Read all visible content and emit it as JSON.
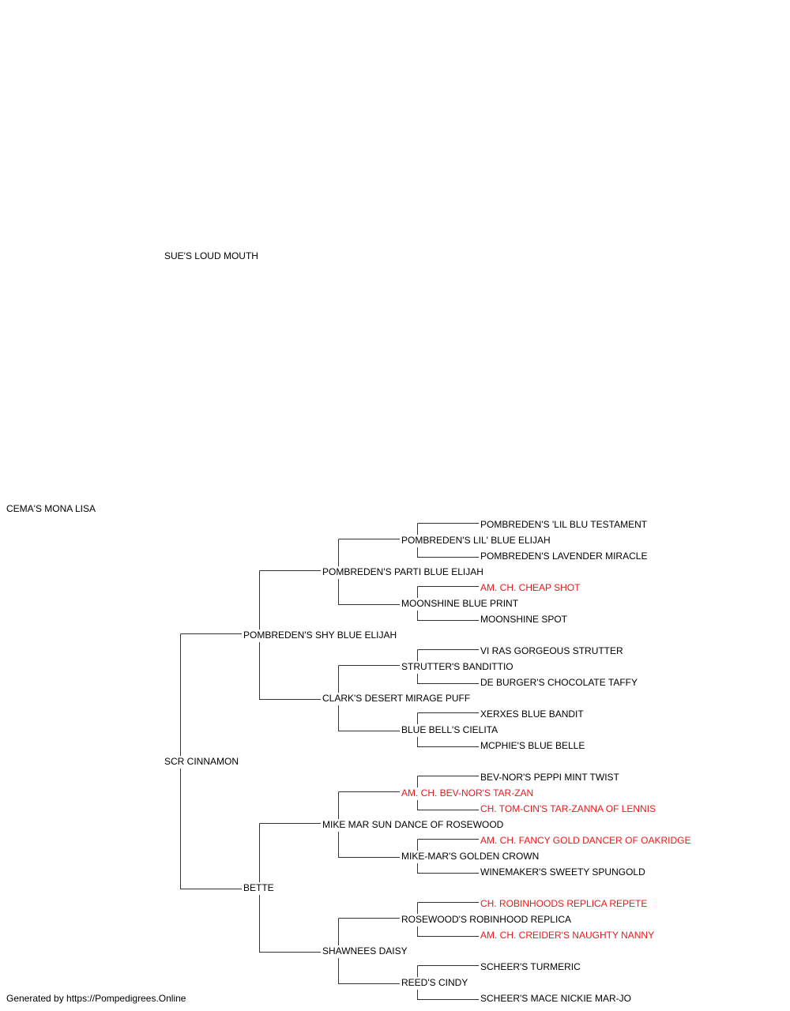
{
  "pedigree": {
    "sire": "SUE'S LOUD MOUTH",
    "dam": "CEMA'S MONA LISA",
    "dam_sire": "SCR CINNAMON",
    "dam_sire_sire": "POMBREDEN'S SHY BLUE ELIJAH",
    "dam_sire_sire_sire": "POMBREDEN'S PARTI BLUE ELIJAH",
    "dam_sire_sire_sire_sire": "POMBREDEN'S LIL' BLUE ELIJAH",
    "dam_sire_sire_sire_sire_sire": "POMBREDEN'S 'LIL BLU TESTAMENT",
    "dam_sire_sire_sire_sire_dam": "POMBREDEN'S LAVENDER MIRACLE",
    "dam_sire_sire_sire_dam": "MOONSHINE BLUE PRINT",
    "dam_sire_sire_sire_dam_sire": "AM. CH. CHEAP SHOT",
    "dam_sire_sire_sire_dam_dam": "MOONSHINE SPOT",
    "dam_sire_sire_dam": "CLARK'S DESERT MIRAGE PUFF",
    "dam_sire_sire_dam_sire": "STRUTTER'S BANDITTIO",
    "dam_sire_sire_dam_sire_sire": "VI RAS GORGEOUS STRUTTER",
    "dam_sire_sire_dam_sire_dam": "DE BURGER'S CHOCOLATE TAFFY",
    "dam_sire_sire_dam_dam": "BLUE BELL'S CIELITA",
    "dam_sire_sire_dam_dam_sire": "XERXES BLUE BANDIT",
    "dam_sire_sire_dam_dam_dam": "MCPHIE'S BLUE BELLE",
    "dam_sire_dam": "BETTE",
    "dam_sire_dam_sire": "MIKE MAR SUN DANCE OF ROSEWOOD",
    "dam_sire_dam_sire_sire": "AM. CH. BEV-NOR'S TAR-ZAN",
    "dam_sire_dam_sire_sire_sire": "BEV-NOR'S PEPPI MINT TWIST",
    "dam_sire_dam_sire_sire_dam": "CH. TOM-CIN'S TAR-ZANNA OF LENNIS",
    "dam_sire_dam_sire_dam": "MIKE-MAR'S GOLDEN CROWN",
    "dam_sire_dam_sire_dam_sire": "AM. CH. FANCY GOLD DANCER OF OAKRIDGE",
    "dam_sire_dam_sire_dam_dam": "WINEMAKER'S SWEETY SPUNGOLD",
    "dam_sire_dam_dam": "SHAWNEES DAISY",
    "dam_sire_dam_dam_sire": "ROSEWOOD'S ROBINHOOD REPLICA",
    "dam_sire_dam_dam_sire_sire": "CH. ROBINHOODS REPLICA REPETE",
    "dam_sire_dam_dam_sire_dam": "AM. CH. CREIDER'S NAUGHTY NANNY",
    "dam_sire_dam_dam_dam": "REED'S CINDY",
    "dam_sire_dam_dam_dam_sire": "SCHEER'S TURMERIC",
    "dam_sire_dam_dam_dam_dam": "SCHEER'S MACE NICKIE MAR-JO"
  },
  "footer": "Generated by https://Pompedigrees.Online",
  "colors": {
    "champion": "#e8191c",
    "text": "#000000",
    "line": "#333333"
  }
}
